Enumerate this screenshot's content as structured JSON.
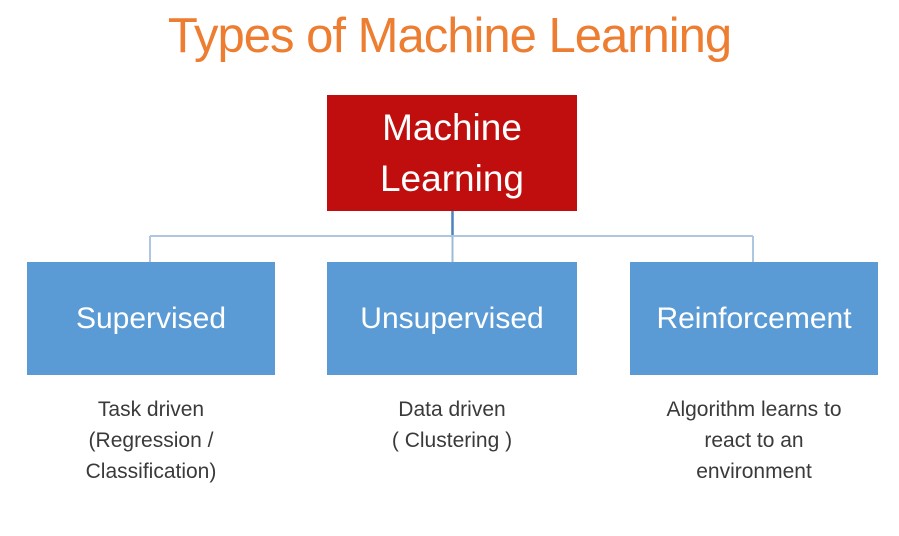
{
  "title": {
    "text": "Types of Machine Learning"
  },
  "root": {
    "label": "Machine Learning"
  },
  "branches": [
    {
      "label": "Supervised",
      "description": "Task driven (Regression / Classification)",
      "description_lines": [
        "Task driven",
        "(Regression /",
        "Classification)"
      ]
    },
    {
      "label": "Unsupervised",
      "description": "Data driven ( Clustering )",
      "description_lines": [
        "Data driven",
        "( Clustering )"
      ]
    },
    {
      "label": "Reinforcement",
      "description": "Algorithm learns to react to an environment",
      "description_lines": [
        "Algorithm learns to",
        "react to an",
        "environment"
      ]
    }
  ],
  "colors": {
    "background": "#FFFFFF",
    "title_color": "#ED7D31",
    "root_bg": "#C00D0D",
    "branch_bg": "#5B9BD5",
    "node_text": "#FFFFFF",
    "connector": "#AEC6DF",
    "connector_dark": "#4E81BD",
    "connector_mid": "#9DBBDA",
    "desc_text": "#3A3A3A"
  }
}
